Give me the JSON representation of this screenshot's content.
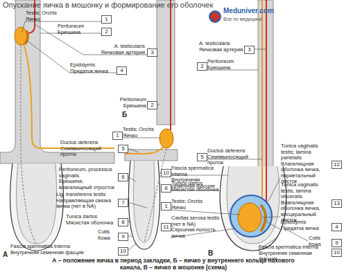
{
  "diagram": {
    "title": "Опускание яичка в мошонку и формирование его оболочек",
    "caption": "А – положение яичка в период закладки, Б – яичко у внутреннего кольца пахового канала, В – яичко в мошонке (схема)",
    "nodes": [
      {
        "text": [
          "Testis; Orchis",
          "Яичко",
          "1"
        ]
      },
      {
        "text": [
          "Peritoneum",
          "Брюшина",
          "2"
        ]
      },
      {
        "text": [
          "A. testicularis",
          "Яичковая артерия",
          "3"
        ]
      },
      {
        "text": [
          "A. testicularis",
          "Яичковая артерия",
          "3"
        ]
      },
      {
        "text": [
          "Peritoneum",
          "Брюшина",
          "2"
        ]
      },
      {
        "text": [
          "Epididymis",
          "Придаток яичка",
          "4"
        ]
      },
      {
        "text": [
          "Peritoneum",
          "Брюшина",
          "2"
        ]
      },
      {
        "text": [
          "Testis; Orchis",
          "Яичко",
          "1"
        ]
      },
      {
        "text": [
          "Ductus deferens",
          "Семявыносящий проток",
          "5"
        ]
      },
      {
        "text": [
          "Ductus deferens",
          "Семявыносящий проток",
          "5"
        ]
      },
      {
        "text": [
          "Tunica vaginalis testis; lamina parietalis",
          "Влагалищная оболочка яичка, париетальный листок",
          "12"
        ]
      },
      {
        "text": [
          "Fascia spermatica interna",
          "Внутренняя семенная фасция",
          "10"
        ]
      },
      {
        "text": [
          "Peritoneum, processus vaginalis",
          "Брюшина, влагалищный отросток",
          "6"
        ]
      },
      {
        "text": [
          "Tunica dartos",
          "Мясистая оболочка",
          "8"
        ]
      },
      {
        "text": [
          "Tunica vaginalis testis, lamina visceralis",
          "Влагалищная оболочка яичка, висцеральный листок",
          "13"
        ]
      },
      {
        "text": [
          "Lig. transferens testis",
          "Направляющая связка яичка (нет в NA)",
          "7"
        ]
      },
      {
        "text": [
          "Testis; Orchis",
          "Яичко",
          "1"
        ]
      },
      {
        "text": [
          "Tunica dartos",
          "Мясистая оболочка",
          "8"
        ]
      },
      {
        "text": [
          "Epididymis",
          "Придаток яичка",
          "4"
        ]
      },
      {
        "text": [
          "Cavitas serosa testis (нет в NA)",
          "Серозная полость яичка",
          "11"
        ]
      },
      {
        "text": [
          "Cutis",
          "Кожа",
          "9"
        ]
      },
      {
        "text": [
          "Cutis",
          "Кожа",
          "9"
        ]
      },
      {
        "text": [
          "Fascia spermatica interna",
          "Внутренняя семенная фасция",
          "10"
        ]
      },
      {
        "text": [
          "Fascia spermatica interna",
          "Внутренняя семенная фасция",
          "10"
        ]
      }
    ],
    "labels": [
      "Meduniver.com",
      "Все по медицине",
      "А",
      "Б",
      "В"
    ]
  }
}
